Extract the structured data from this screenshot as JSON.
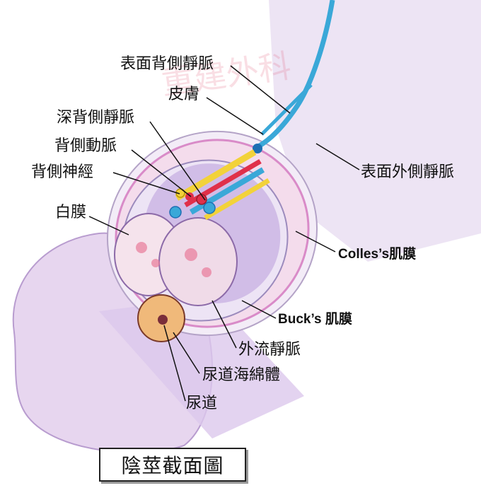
{
  "title": "陰莖截面圖",
  "watermark": "重建外科",
  "labels": {
    "superficial_dorsal_vein": "表面背側靜脈",
    "skin": "皮膚",
    "deep_dorsal_vein": "深背側靜脈",
    "dorsal_artery": "背側動脈",
    "dorsal_nerve": "背側神經",
    "tunica_albuginea": "白膜",
    "superficial_external_vein": "表面外側靜脈",
    "colles_fascia": "Colles’s肌膜",
    "bucks_fascia": "Buck’s 肌膜",
    "efferent_vein": "外流靜脈",
    "corpus_spongiosum": "尿道海綿體",
    "urethra": "尿道"
  },
  "colors": {
    "vein": "#3aa8d8",
    "artery": "#e0304a",
    "nerve": "#f2d23a",
    "fascia": "#d98bc8",
    "tissue": "#c9b3e3"
  }
}
